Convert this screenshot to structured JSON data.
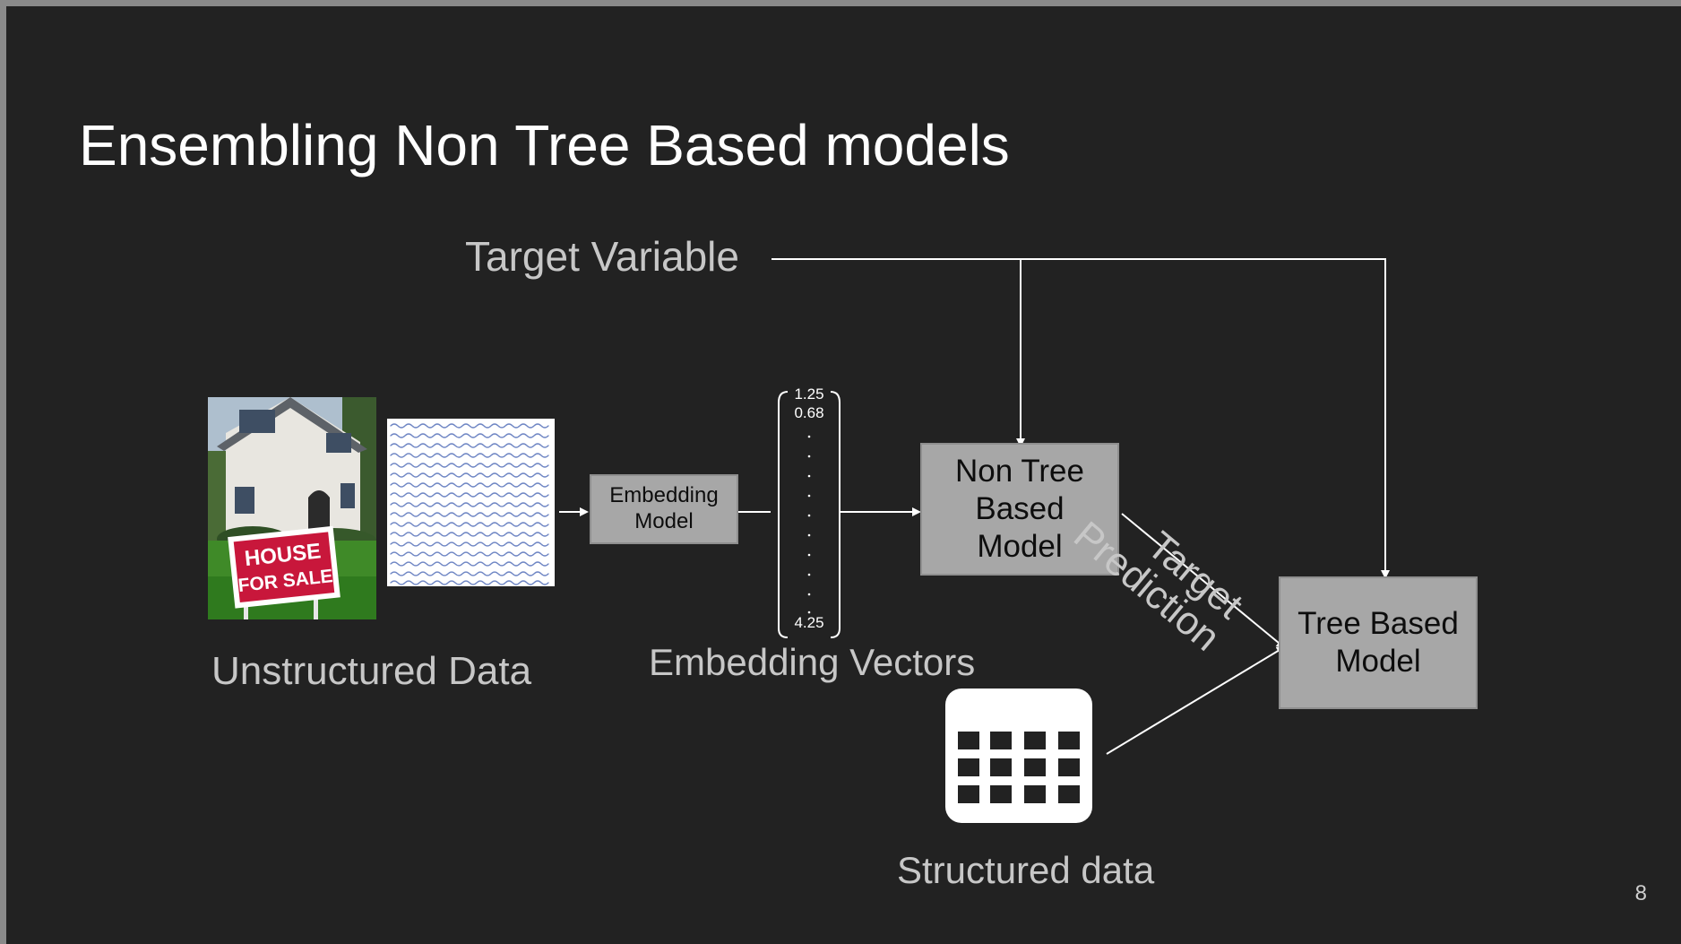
{
  "slide": {
    "title": "Ensembling Non Tree Based models",
    "page_number": "8"
  },
  "labels": {
    "target_variable": "Target Variable",
    "unstructured_data": "Unstructured Data",
    "embedding_vectors": "Embedding Vectors",
    "structured_data": "Structured data",
    "target_prediction_line1": "Target",
    "target_prediction_line2": "Prediction"
  },
  "boxes": {
    "embedding_model": "Embedding\nModel",
    "non_tree_model": "Non Tree\nBased\nModel",
    "tree_model": "Tree Based\nModel"
  },
  "vector": {
    "first": "1.25",
    "second": "0.68",
    "last": "4.25"
  },
  "image_text": {
    "sign_line1": "HOUSE",
    "sign_line2": "FOR SALE"
  },
  "colors": {
    "background": "#222222",
    "box_fill": "#a7a7a7",
    "sign_red": "#c8173b",
    "line": "#ffffff"
  }
}
